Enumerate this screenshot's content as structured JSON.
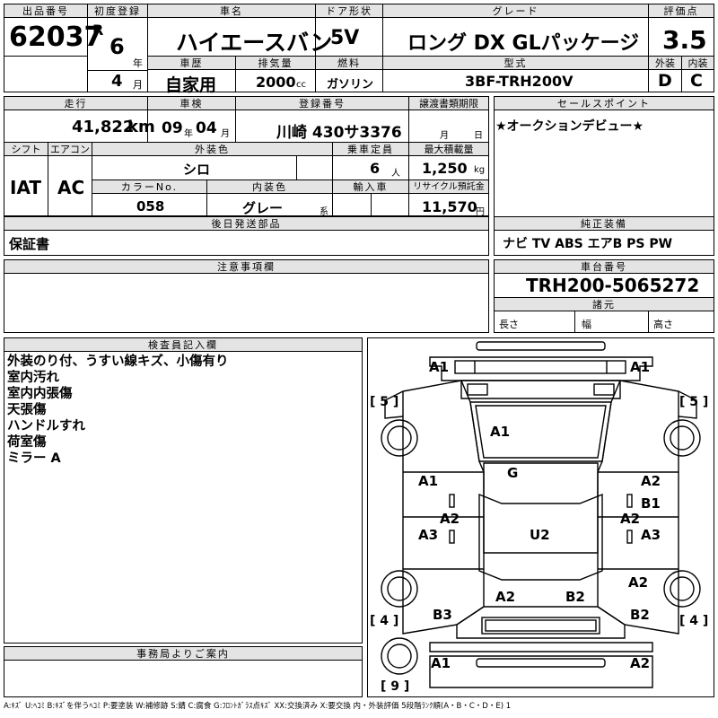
{
  "header": {
    "lot_label": "出品番号",
    "lot": "62037",
    "first_reg_label": "初度登録",
    "era": "R",
    "year": "6",
    "year_unit": "年",
    "month": "4",
    "month_unit": "月",
    "car_name_label": "車名",
    "car_name": "ハイエースバン",
    "door_label": "ドア形状",
    "door": "5V",
    "grade_label": "グレード",
    "grade": "ロング DX GLパッケージ",
    "score_label": "評価点",
    "score": "3.5",
    "history_label": "車歴",
    "history": "自家用",
    "displacement_label": "排気量",
    "displacement": "2000",
    "displacement_unit": "cc",
    "fuel_label": "燃料",
    "fuel": "ガソリン",
    "model_label": "型式",
    "model": "3BF-TRH200V",
    "exterior_label": "外装",
    "exterior": "D",
    "interior_label": "内装",
    "interior": "C"
  },
  "row2": {
    "mileage_label": "走行",
    "mileage": "41,822",
    "mileage_unit": "km",
    "inspection_label": "車検",
    "inspection_y": "09",
    "inspection_y_unit": "年",
    "inspection_m": "04",
    "inspection_m_unit": "月",
    "plate_label": "登録番号",
    "plate": "川崎 430サ3376",
    "transfer_label": "譲渡書類期限",
    "transfer_m_unit": "月",
    "transfer_d_unit": "日",
    "shift_label": "シフト",
    "shift": "IAT",
    "ac_label": "エアコン",
    "ac": "AC",
    "color_label": "外装色",
    "color": "シロ",
    "capacity_label": "乗車定員",
    "capacity": "6",
    "capacity_unit": "人",
    "load_label": "最大積載量",
    "load": "1,250",
    "load_unit": "kg",
    "color_no_label": "カラーNo.",
    "color_no": "058",
    "int_color_label": "内装色",
    "int_color": "グレー",
    "int_color_unit": "系",
    "import_label": "輸入車",
    "recycle_label": "リサイクル預託金",
    "recycle": "11,570",
    "recycle_unit": "円"
  },
  "sales_point": {
    "label": "セールスポイント",
    "text": "★オークションデビュー★"
  },
  "later_parts": {
    "label": "後日発送部品",
    "text": "保証書"
  },
  "equipment": {
    "label": "純正装備",
    "text": "ナビ TV ABS エアB PS PW"
  },
  "notes": {
    "label": "注意事項欄"
  },
  "chassis": {
    "label": "車台番号",
    "number": "TRH200-5065272"
  },
  "dimensions": {
    "label": "諸元",
    "length": "長さ",
    "width": "幅",
    "height": "高さ"
  },
  "inspector": {
    "label": "検査員記入欄",
    "lines": [
      "外装のり付、うすい線キズ、小傷有り",
      "室内汚れ",
      "室内内張傷",
      "天張傷",
      "ハンドルすれ",
      "荷室傷",
      "ミラー A"
    ]
  },
  "office": {
    "label": "事務局よりご案内"
  },
  "diagram": {
    "marks": [
      "A1",
      "A1",
      "A1",
      "A1",
      "G",
      "A2",
      "B1",
      "A2",
      "A2",
      "A3",
      "U2",
      "A3",
      "A2",
      "B2",
      "A2",
      "B3",
      "B2",
      "A1",
      "A2"
    ],
    "wheel_labels": [
      "[ 5 ]",
      "[ 5 ]",
      "[ 4 ]",
      "[ 4 ]",
      "[ 9 ]"
    ]
  },
  "legend": "A:ｷｽﾞ U:ﾍｺﾐ B:ｷｽﾞを伴うﾍｺﾐ P:要塗装 W:補修跡 S:錆 C:腐食 G:ﾌﾛﾝﾄｶﾞﾗｽ点ｷｽﾞ XX:交換済み X:要交換 内・外装評価 5段階ﾗﾝｸ順(A・B・C・D・E) 1"
}
